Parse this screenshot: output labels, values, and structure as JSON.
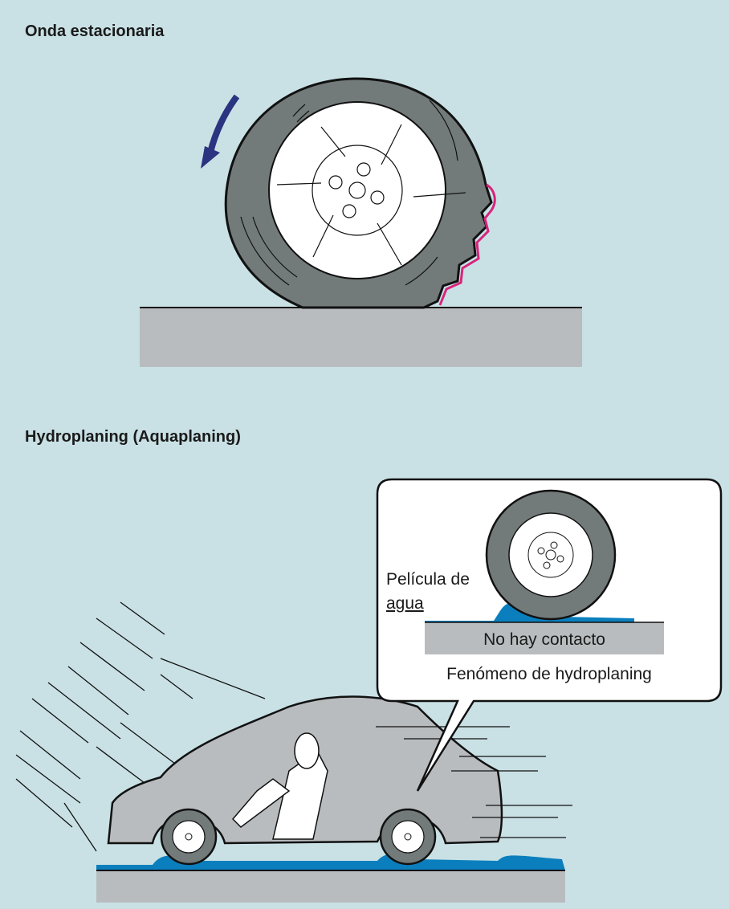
{
  "sections": {
    "standing_wave": {
      "title": "Onda estacionaria",
      "colors": {
        "tire": "#737a7a",
        "wave": "#d8247c",
        "arrow": "#2b3480",
        "road": "#b8bcbe"
      }
    },
    "hydroplaning": {
      "title": "Hydroplaning (Aquaplaning)",
      "callout": {
        "water_film_label_line1": "Película de",
        "water_film_label_line2": "agua",
        "road_label": "No hay contacto",
        "caption": "Fenómeno de hydroplaning"
      },
      "colors": {
        "water": "#0b7fbd",
        "car": "#b8bcbe",
        "road": "#b8bcbe"
      }
    }
  }
}
